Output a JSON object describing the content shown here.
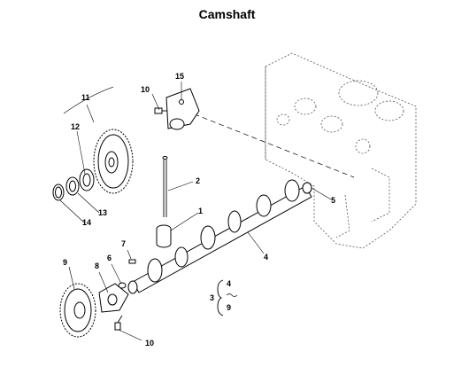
{
  "title": "Camshaft",
  "callouts": {
    "c1": "1",
    "c2": "2",
    "c3": "3",
    "c4": "4",
    "c4b": "4",
    "c5": "5",
    "c6": "6",
    "c7": "7",
    "c8": "8",
    "c9": "9",
    "c9b": "9",
    "c10a": "10",
    "c10b": "10",
    "c11": "11",
    "c12": "12",
    "c13": "13",
    "c14": "14",
    "c15": "15"
  }
}
